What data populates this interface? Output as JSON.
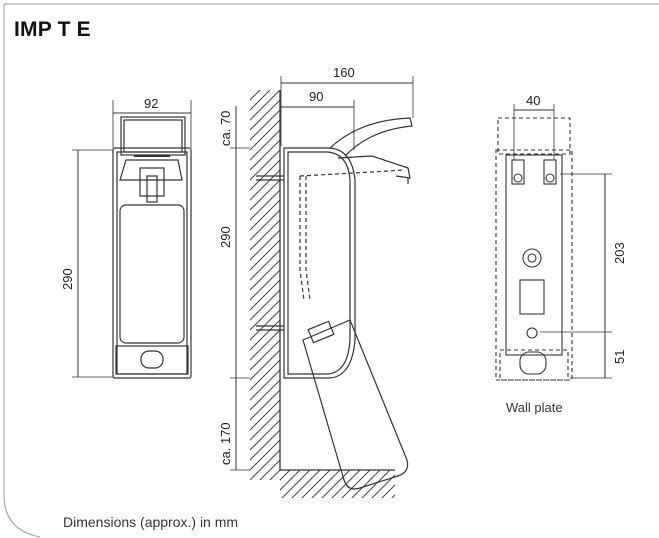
{
  "title": "IMP T E",
  "footer_note": "Dimensions (approx.) in mm",
  "wall_plate_caption": "Wall plate",
  "dimensions": {
    "front_width": "92",
    "front_height": "290",
    "side_total_depth": "160",
    "side_body_depth": "90",
    "side_top_clearance": "ca. 70",
    "side_body_height": "290",
    "side_bottom_clearance": "ca. 170",
    "plate_width": "40",
    "plate_hole_spacing": "203",
    "plate_bottom_offset": "51"
  }
}
